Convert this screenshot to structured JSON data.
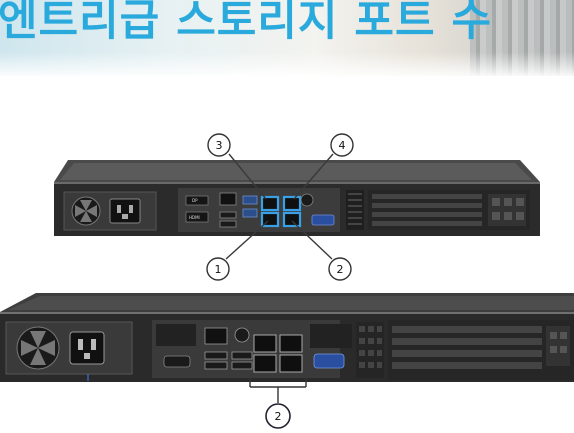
{
  "banner": {
    "title": "엔트리급 스토리지 포트 수"
  },
  "callouts": {
    "top": [
      "3",
      "4",
      "1",
      "2"
    ],
    "bottom": [
      "2"
    ]
  },
  "port_labels": {
    "dp": "DP",
    "hdmi": "HDMI"
  },
  "colors": {
    "title": "#2aa9dd",
    "port_highlight": "#3aa0e6",
    "chassis": "#2c2c2c"
  }
}
